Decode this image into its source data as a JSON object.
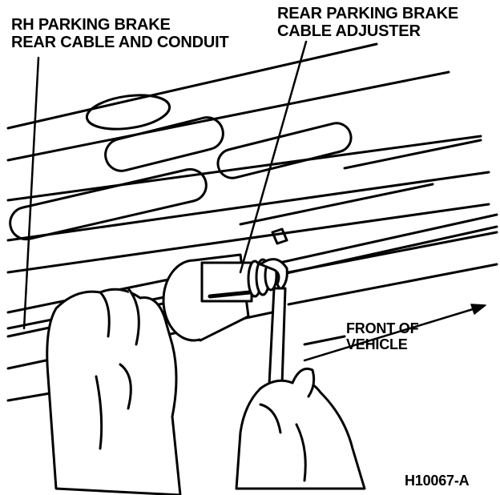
{
  "figure": {
    "code": "H10067-A"
  },
  "callouts": {
    "rh_cable": {
      "line1": "RH PARKING BRAKE",
      "line2": "REAR CABLE AND CONDUIT"
    },
    "adjuster": {
      "line1": "REAR PARKING BRAKE",
      "line2": "CABLE ADJUSTER"
    },
    "front": {
      "line1": "FRONT OF",
      "line2": "VEHICLE"
    }
  },
  "colors": {
    "ink": "#000000",
    "paper": "#ffffff"
  }
}
